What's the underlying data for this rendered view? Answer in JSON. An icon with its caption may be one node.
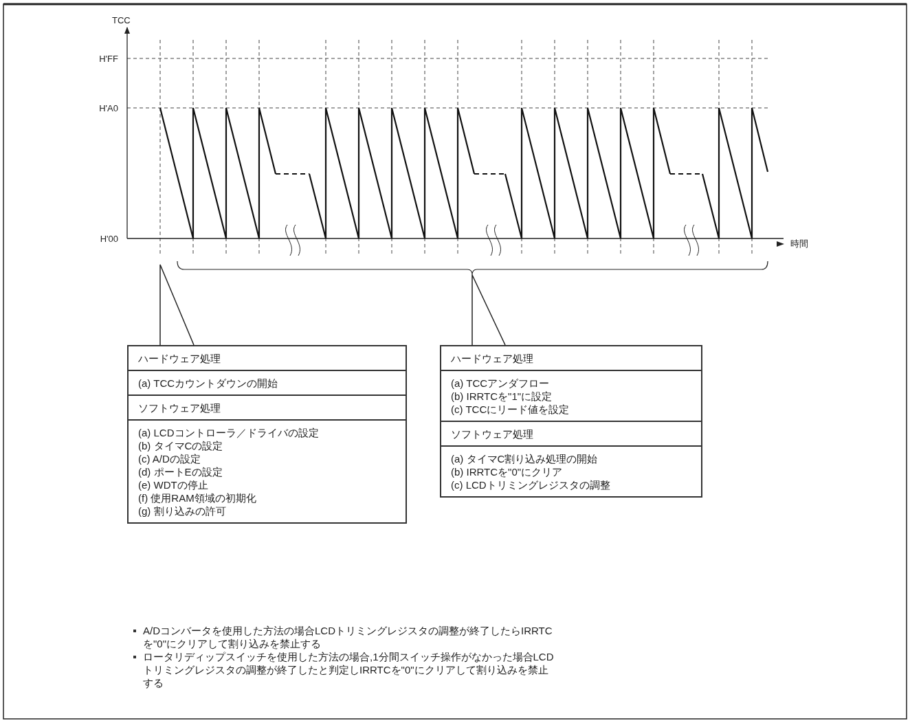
{
  "diagram": {
    "nodes": [
      {
        "text": [
          "ハードウェア処理",
          "(a) TCCカウントダウンの開始",
          "ソフトウェア処理",
          "(a) LCDコントローラ／ドライバの設定",
          "(b) タイマCの設定",
          "(c) A/Dの設定",
          "(d) ポートEの設定",
          "(e) WDTの停止",
          "(f) 使用RAM領域の初期化",
          "(g) 割り込みの許可"
        ]
      },
      {
        "text": [
          "ハードウェア処理",
          "(a) TCCアンダフロー",
          "(b) IRRTCを\"1\"に設定",
          "(c) TCCにリード値を設定",
          "ソフトウェア処理",
          "(a) タイマC割り込み処理の開始",
          "(b) IRRTCを\"0\"にクリア",
          "(c) LCDトリミングレジスタの調整"
        ]
      }
    ],
    "edges": [
      {
        "from": 0,
        "to": null,
        "arrow": "none"
      },
      {
        "from": 1,
        "to": null,
        "arrow": "none"
      }
    ],
    "labels": [
      "TCC",
      "H'FF",
      "H'A0",
      "H'00",
      "時間",
      "A/Dコンバータを使用した方法の場合LCDトリミングレジスタの調整が終了したらIRRTCを\"0\"にクリアして割り込みを禁止する",
      "ロータリディップスイッチを使用した方法の場合,1分間スイッチ操作がなかった場合LCDトリミングレジスタの調整が終了したと判定しIRRTCを\"0\"にクリアして割り込みを禁止する"
    ]
  }
}
